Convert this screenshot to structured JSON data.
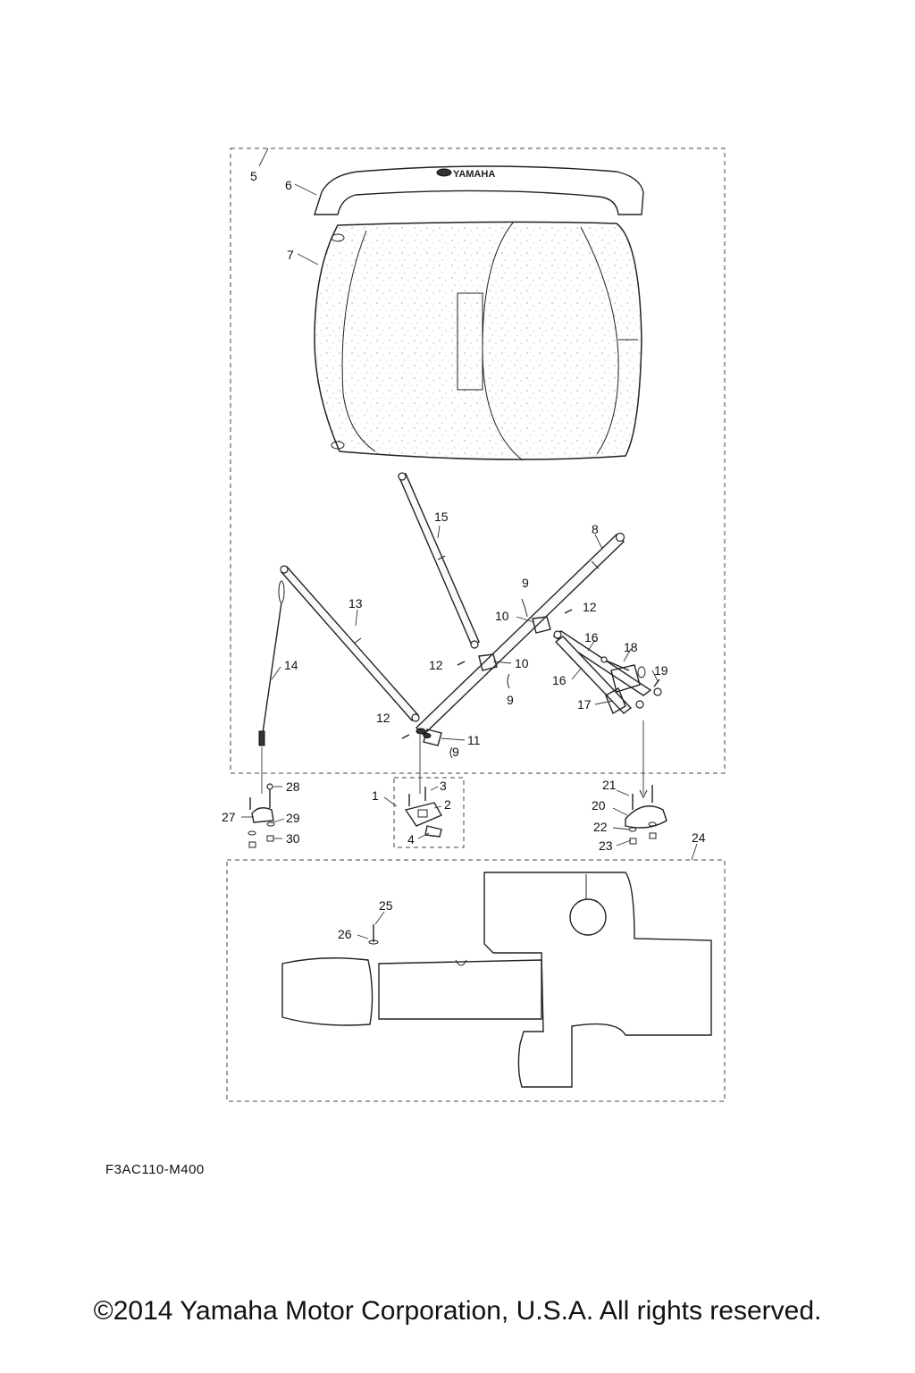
{
  "diagram": {
    "brand_logo": "YAMAHA",
    "callouts": [
      "1",
      "2",
      "3",
      "4",
      "5",
      "6",
      "7",
      "8",
      "9",
      "9",
      "9",
      "9",
      "10",
      "10",
      "11",
      "12",
      "12",
      "12",
      "12",
      "13",
      "14",
      "15",
      "16",
      "16",
      "17",
      "18",
      "19",
      "20",
      "21",
      "22",
      "23",
      "24",
      "25",
      "26",
      "27",
      "28",
      "29",
      "30"
    ],
    "colors": {
      "ink": "#222222",
      "background": "#ffffff"
    }
  },
  "footer": {
    "code": "F3AC110-M400",
    "copyright": "©2014 Yamaha Motor Corporation, U.S.A. All rights reserved."
  }
}
